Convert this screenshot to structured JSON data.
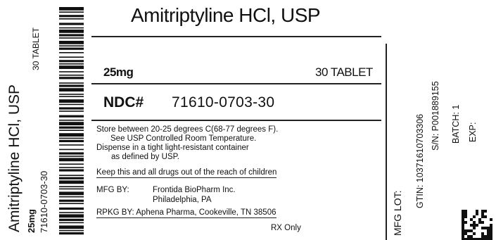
{
  "label": {
    "title": "Amitriptyline HCl, USP",
    "strength": "25mg",
    "count": "30 TABLET",
    "ndc_label": "NDC#",
    "ndc_value": "71610-0703-30",
    "storage": [
      "Store between 20-25 degrees C(68-77 degrees F).",
      "See USP Controlled Room Temperature.",
      "Dispense in a tight light-resistant container",
      "as defined by USP."
    ],
    "warning": "Keep this and all drugs out of the reach of children",
    "mfg_label": "MFG BY:",
    "mfg_name": "Frontida BioPharm Inc.",
    "mfg_city": "Philadelphia, PA",
    "rpkg": "RPKG BY: Aphena Pharma, Cookeville, TN 38506",
    "rx": "RX Only"
  },
  "side": {
    "title": "Amitriptyline HCl, USP",
    "count": "30 TABLET",
    "strength": "25mg",
    "ndc": "71610-0703-30"
  },
  "tracking": {
    "mfg_lot": "MFG LOT:",
    "gtin": "GTIN: 10371610703306",
    "serial": "S/N: P001889155",
    "batch": "BATCH: 1",
    "exp": "EXP:"
  }
}
